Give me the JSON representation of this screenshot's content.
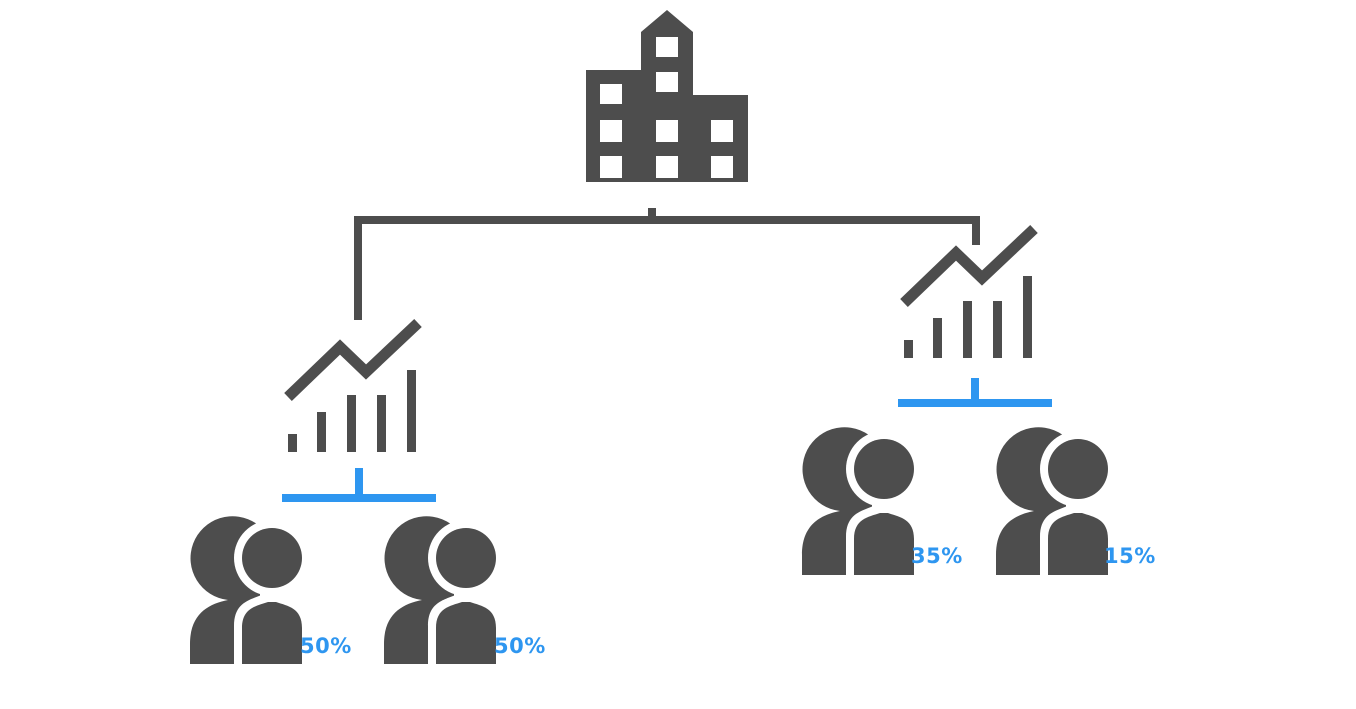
{
  "colors": {
    "icon": "#4d4d4d",
    "accent": "#2e96f0",
    "background": "#ffffff"
  },
  "icons": {
    "root": "building-icon",
    "branch": "growth-chart-icon",
    "leaf": "person-icon"
  },
  "branches": [
    {
      "name": "left-branch",
      "members": [
        {
          "share": 50,
          "label": "50%"
        },
        {
          "share": 50,
          "label": "50%"
        }
      ]
    },
    {
      "name": "right-branch",
      "members": [
        {
          "share": 35,
          "label": "35%"
        },
        {
          "share": 15,
          "label": "15%"
        }
      ]
    }
  ]
}
